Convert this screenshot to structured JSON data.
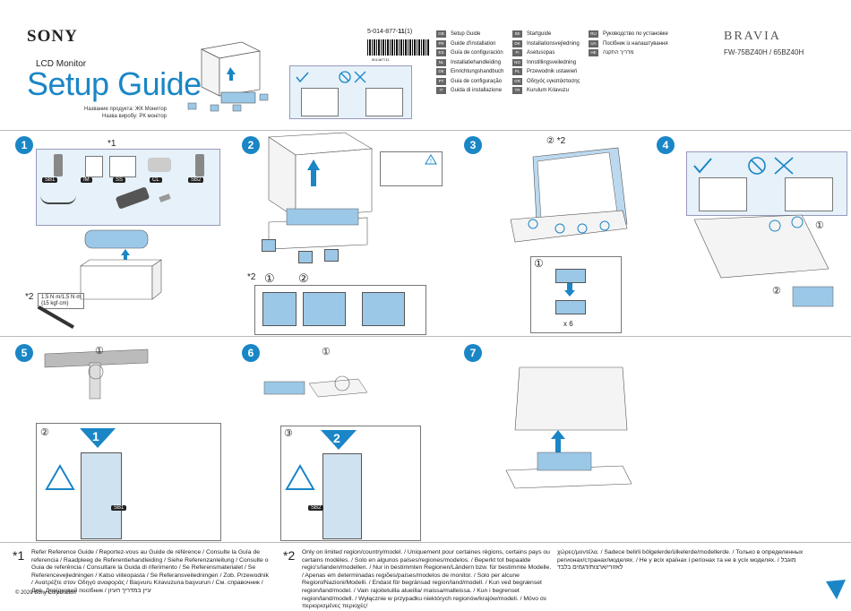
{
  "brand": "SONY",
  "product_type": "LCD Monitor",
  "title": "Setup Guide",
  "product_names_local": [
    "Название продукта: ЖК Монитор",
    "Назва виробу: РК монітор"
  ],
  "doc_code": "5-014-877-",
  "doc_code_bold": "11",
  "doc_code_suffix": "(1)",
  "barcode_number": "501487711",
  "languages": [
    {
      "code": "GB",
      "label": "Setup Guide"
    },
    {
      "code": "FR",
      "label": "Guide d'installation"
    },
    {
      "code": "ES",
      "label": "Guía de configuración"
    },
    {
      "code": "NL",
      "label": "Installatiehandleiding"
    },
    {
      "code": "DE",
      "label": "Einrichtungshandbuch"
    },
    {
      "code": "PT",
      "label": "Guia de configuração"
    },
    {
      "code": "IT",
      "label": "Guida di installazione"
    },
    {
      "code": "SE",
      "label": "Startguide"
    },
    {
      "code": "DK",
      "label": "Installationsvejledning"
    },
    {
      "code": "FI",
      "label": "Asetusopas"
    },
    {
      "code": "NO",
      "label": "Innstillingsveiledning"
    },
    {
      "code": "PL",
      "label": "Przewodnik ustawień"
    },
    {
      "code": "GR",
      "label": "Οδηγός εγκατάστασης"
    },
    {
      "code": "TR",
      "label": "Kurulum Kılavuzu"
    },
    {
      "code": "RU",
      "label": "Руководство по установке"
    },
    {
      "code": "UA",
      "label": "Посібник із налаштування"
    },
    {
      "code": "HE",
      "label": "מדריך התקנה"
    }
  ],
  "bravia": "BRAVIA",
  "model": "FW-75BZ40H / 65BZ40H",
  "steps": [
    "1",
    "2",
    "3",
    "4",
    "5",
    "6",
    "7"
  ],
  "parts": [
    "SB1",
    "IM",
    "SS",
    "CL",
    "SB2"
  ],
  "star1": "*1",
  "star2": "*2",
  "torque": [
    "1.5 N·m/1,5 N·m",
    "{15 kgf·cm}"
  ],
  "circled": [
    "①",
    "②",
    "③"
  ],
  "times": "x 6",
  "step5_marker": "1",
  "step6_marker": "2",
  "note1": "Refer Reference Guide / Reportez-vous au Guide de référence / Consulte la Guía de referencia / Raadpleeg de Referentiehandleiding / Siehe Referenzanleitung / Consulte o Guia de referência / Consultare la Guida di riferimento / Se Referensmaterialet / Se Referencevejledningen / Katso viiteopasta / Se Referansveiledningen / Zob. Przewodnik / Ανατρέξτε στον Οδηγό αναφοράς / Başvuru Kılavuzuna başvurun / См. справочник / Див. Довідковий посібник / עיין במדריך העיון",
  "note2": "Only on limited region/country/model. / Uniquement pour certaines régions, certains pays ou certains modèles. / Solo en algunos países/regiones/modelos. / Beperkt tot bepaalde regio's/landen/modellen. / Nur in bestimmten Regionen/Ländern bzw. für bestimmte Modelle. / Apenas em determinadas regiões/países/modelos de monitor. / Solo per alcune Regioni/Nazioni/Modelli. / Endast för begränsad region/land/modell. / Kun ved begrænset region/land/model. / Vain rajoitetuilla alueilla/ maissa/malleissa. / Kun i begrenset region/land/modell. / Wyłącznie w przypadku niektórych regionów/krajów/modeli. / Μόνο σε περιορισμένες περιοχές/",
  "note3": "χώρες/μοντέλα. / Sadece belirli bölgelerde/ülkelerde/modellerde. / Только в определенных регионах/странах/моделях. / Не у всіх країнах і регіонах та не в усіх моделях. / מוגבל לאזורי/ארצות/דגמים בלבד",
  "copyright": "© 2020 Sony Corporation"
}
